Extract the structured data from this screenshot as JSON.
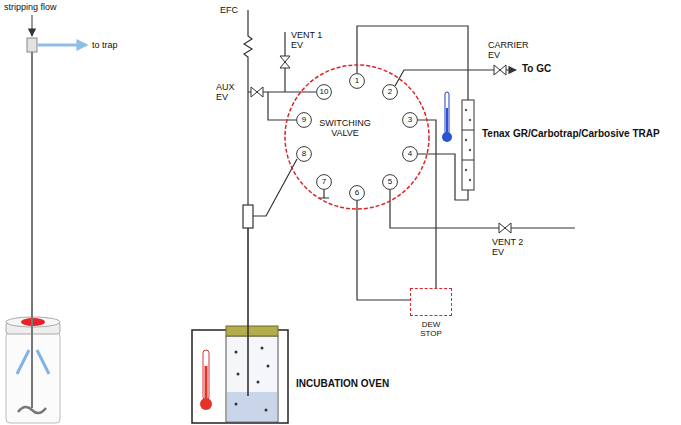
{
  "diagram": {
    "nodes": [
      {
        "text": [
          "SWITCHING VALVE"
        ]
      },
      {
        "text": [
          "1"
        ],
        "in": 0
      },
      {
        "text": [
          "2"
        ],
        "in": 0
      },
      {
        "text": [
          "3"
        ],
        "in": 0
      },
      {
        "text": [
          "4"
        ],
        "in": 0
      },
      {
        "text": [
          "5"
        ],
        "in": 0
      },
      {
        "text": [
          "6"
        ],
        "in": 0
      },
      {
        "text": [
          "7"
        ],
        "in": 0
      },
      {
        "text": [
          "8"
        ],
        "in": 0
      },
      {
        "text": [
          "9"
        ],
        "in": 0
      },
      {
        "text": [
          "10"
        ],
        "in": 0
      },
      {
        "text": [
          "DEW STOP"
        ]
      }
    ],
    "edges": [
      {
        "from": 3,
        "to": 11,
        "arrow": "none"
      },
      {
        "from": 6,
        "to": 11,
        "arrow": "none"
      }
    ],
    "labels": [
      "stripping flow",
      "to trap",
      "EFC",
      "VENT 1 EV",
      "AUX EV",
      "CARRIER EV",
      "To GC",
      "Tenax GR/Carbotrap/Carbosive TRAP",
      "VENT 2 EV",
      "INCUBATION OVEN"
    ]
  }
}
